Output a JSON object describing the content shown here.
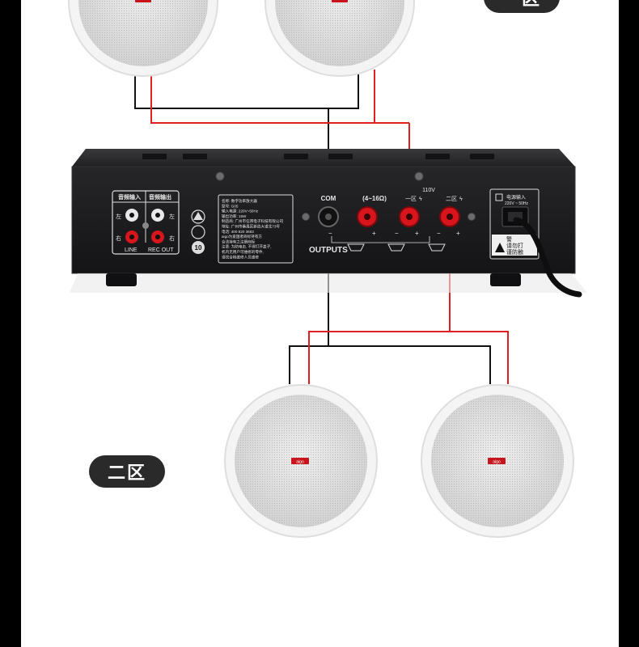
{
  "zone_badge_top": "一区",
  "zone_badge_bottom": "二区",
  "speaker_brand": "aigo",
  "amplifier": {
    "audio_in_label": "音频输入",
    "audio_out_label": "音频输出",
    "left_label": "左",
    "right_label": "右",
    "line_label": "LINE",
    "rec_out_label": "REC OUT",
    "spec_lines": [
      "名称: 数字功率放大器",
      "型号: G05",
      "输入电源: 220V~50Hz",
      "输出功率: 15W",
      "制造商: 广州市信邦电子科技有限公司",
      "地址: 广州市番禺区新造大道北73号",
      "电话: 400 820 3683",
      "aigo为爱国者商标持有方",
      "合法持有之注册商标"
    ],
    "warning_lines": [
      "注意: 为防电击, 不得打开盖子,",
      "机内无用户可维修的零件,",
      "请找合格维修人员维修"
    ],
    "com_label": "COM",
    "impedance_label": "(4~16Ω)",
    "voltage_label": "110V",
    "zone1_terminal_label": "一区",
    "zone2_terminal_label": "二区",
    "outputs_label": "OUTPUTS",
    "minus_sign": "−",
    "plus_sign": "+",
    "power_input_label": "电源输入",
    "power_spec": "220V ~ 50Hz",
    "warning_title": "警",
    "warning_text_1": "请勿打",
    "warning_text_2": "谨防触",
    "cert_badge": "10"
  },
  "colors": {
    "positive_wire": "#e02020",
    "common_wire": "#111111",
    "amp_body": "#1c1c1e",
    "terminal_red": "#d8141c",
    "badge_bg": "#2a2a2a"
  }
}
